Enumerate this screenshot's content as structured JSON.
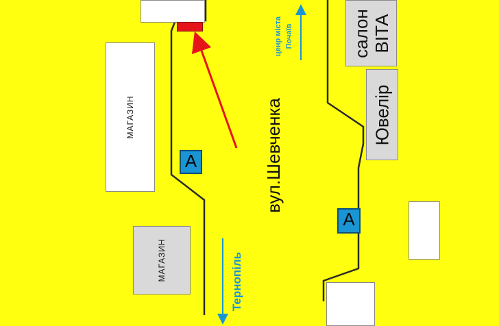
{
  "buildings": {
    "shop_left_label": "МАГАЗИН",
    "shop_bottom_label": "МАГАЗИН",
    "salon_line1": "салон",
    "salon_line2": "ВІТА",
    "jeweler_label": "Ювелір"
  },
  "street": {
    "name": "вул.Шевченка"
  },
  "directions": {
    "city_center_line1": "ценр міста",
    "city_center_line2": "Почаїв",
    "ternopil": "Тернопіль"
  },
  "bus_stops": {
    "label": "A"
  },
  "colors": {
    "background": "#ffff0f",
    "road_line": "#2b2b2b",
    "pointer_arrow": "#e5141b",
    "direction_arrow": "#1a95d4",
    "bus_stop": "#1a95d4",
    "target_marker": "#e5141b"
  }
}
